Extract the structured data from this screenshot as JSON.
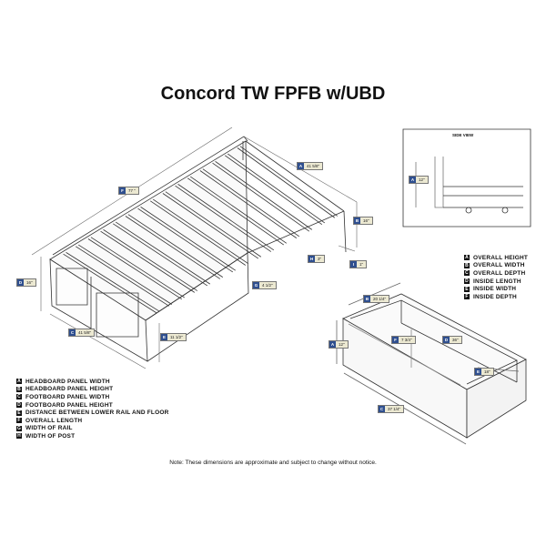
{
  "title": "Concord TW FPFB w/UBD",
  "side_view_title": "SIDE VIEW",
  "bed_legend": [
    {
      "key": "A",
      "text": "HEADBOARD PANEL WIDTH"
    },
    {
      "key": "B",
      "text": "HEADBOARD PANEL HEIGHT"
    },
    {
      "key": "C",
      "text": "FOOTBOARD PANEL WIDTH"
    },
    {
      "key": "D",
      "text": "FOOTBOARD PANEL HEIGHT"
    },
    {
      "key": "E",
      "text": "DISTANCE BETWEEN LOWER RAIL AND FLOOR"
    },
    {
      "key": "F",
      "text": "OVERALL LENGTH"
    },
    {
      "key": "G",
      "text": "WIDTH OF RAIL"
    },
    {
      "key": "H",
      "text": "WIDTH OF POST"
    }
  ],
  "drawer_legend": [
    {
      "key": "A",
      "text": "OVERALL HEIGHT"
    },
    {
      "key": "B",
      "text": "OVERALL WIDTH"
    },
    {
      "key": "C",
      "text": "OVERALL DEPTH"
    },
    {
      "key": "D",
      "text": "INSIDE LENGTH"
    },
    {
      "key": "E",
      "text": "INSIDE WIDTH"
    },
    {
      "key": "F",
      "text": "INSIDE DEPTH"
    }
  ],
  "bed_dims": {
    "a": {
      "key": "A",
      "value": "41 5/8\""
    },
    "f": {
      "key": "F",
      "value": "77 \""
    },
    "b": {
      "key": "B",
      "value": "16\""
    },
    "d": {
      "key": "D",
      "value": "16\""
    },
    "c": {
      "key": "C",
      "value": "41 5/8\""
    },
    "e": {
      "key": "E",
      "value": "11 1/2\""
    },
    "g": {
      "key": "G",
      "value": "4 1/2\""
    },
    "h": {
      "key": "H",
      "value": "3\""
    },
    "i": {
      "key": "I",
      "value": "1\""
    }
  },
  "side_dims": {
    "a": {
      "key": "A",
      "value": "12\""
    }
  },
  "drawer_dims": {
    "b": {
      "key": "B",
      "value": "20 1/4\""
    },
    "a": {
      "key": "A",
      "value": "12\""
    },
    "f": {
      "key": "F",
      "value": "7 3/4\""
    },
    "d": {
      "key": "D",
      "value": "36\""
    },
    "e": {
      "key": "E",
      "value": "18\""
    },
    "c": {
      "key": "C",
      "value": "37 1/4\""
    }
  },
  "note": "Note: These dimensions are approximate and subject to change without notice."
}
